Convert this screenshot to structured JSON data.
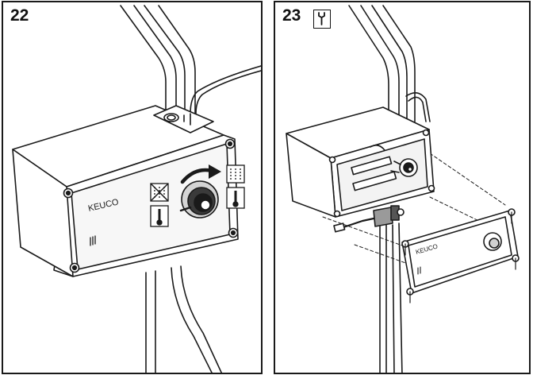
{
  "panels": [
    {
      "step": "22",
      "brand": "KEUCO"
    },
    {
      "step": "23",
      "brand": "KEUCO",
      "icon": "wrench-icon"
    }
  ]
}
